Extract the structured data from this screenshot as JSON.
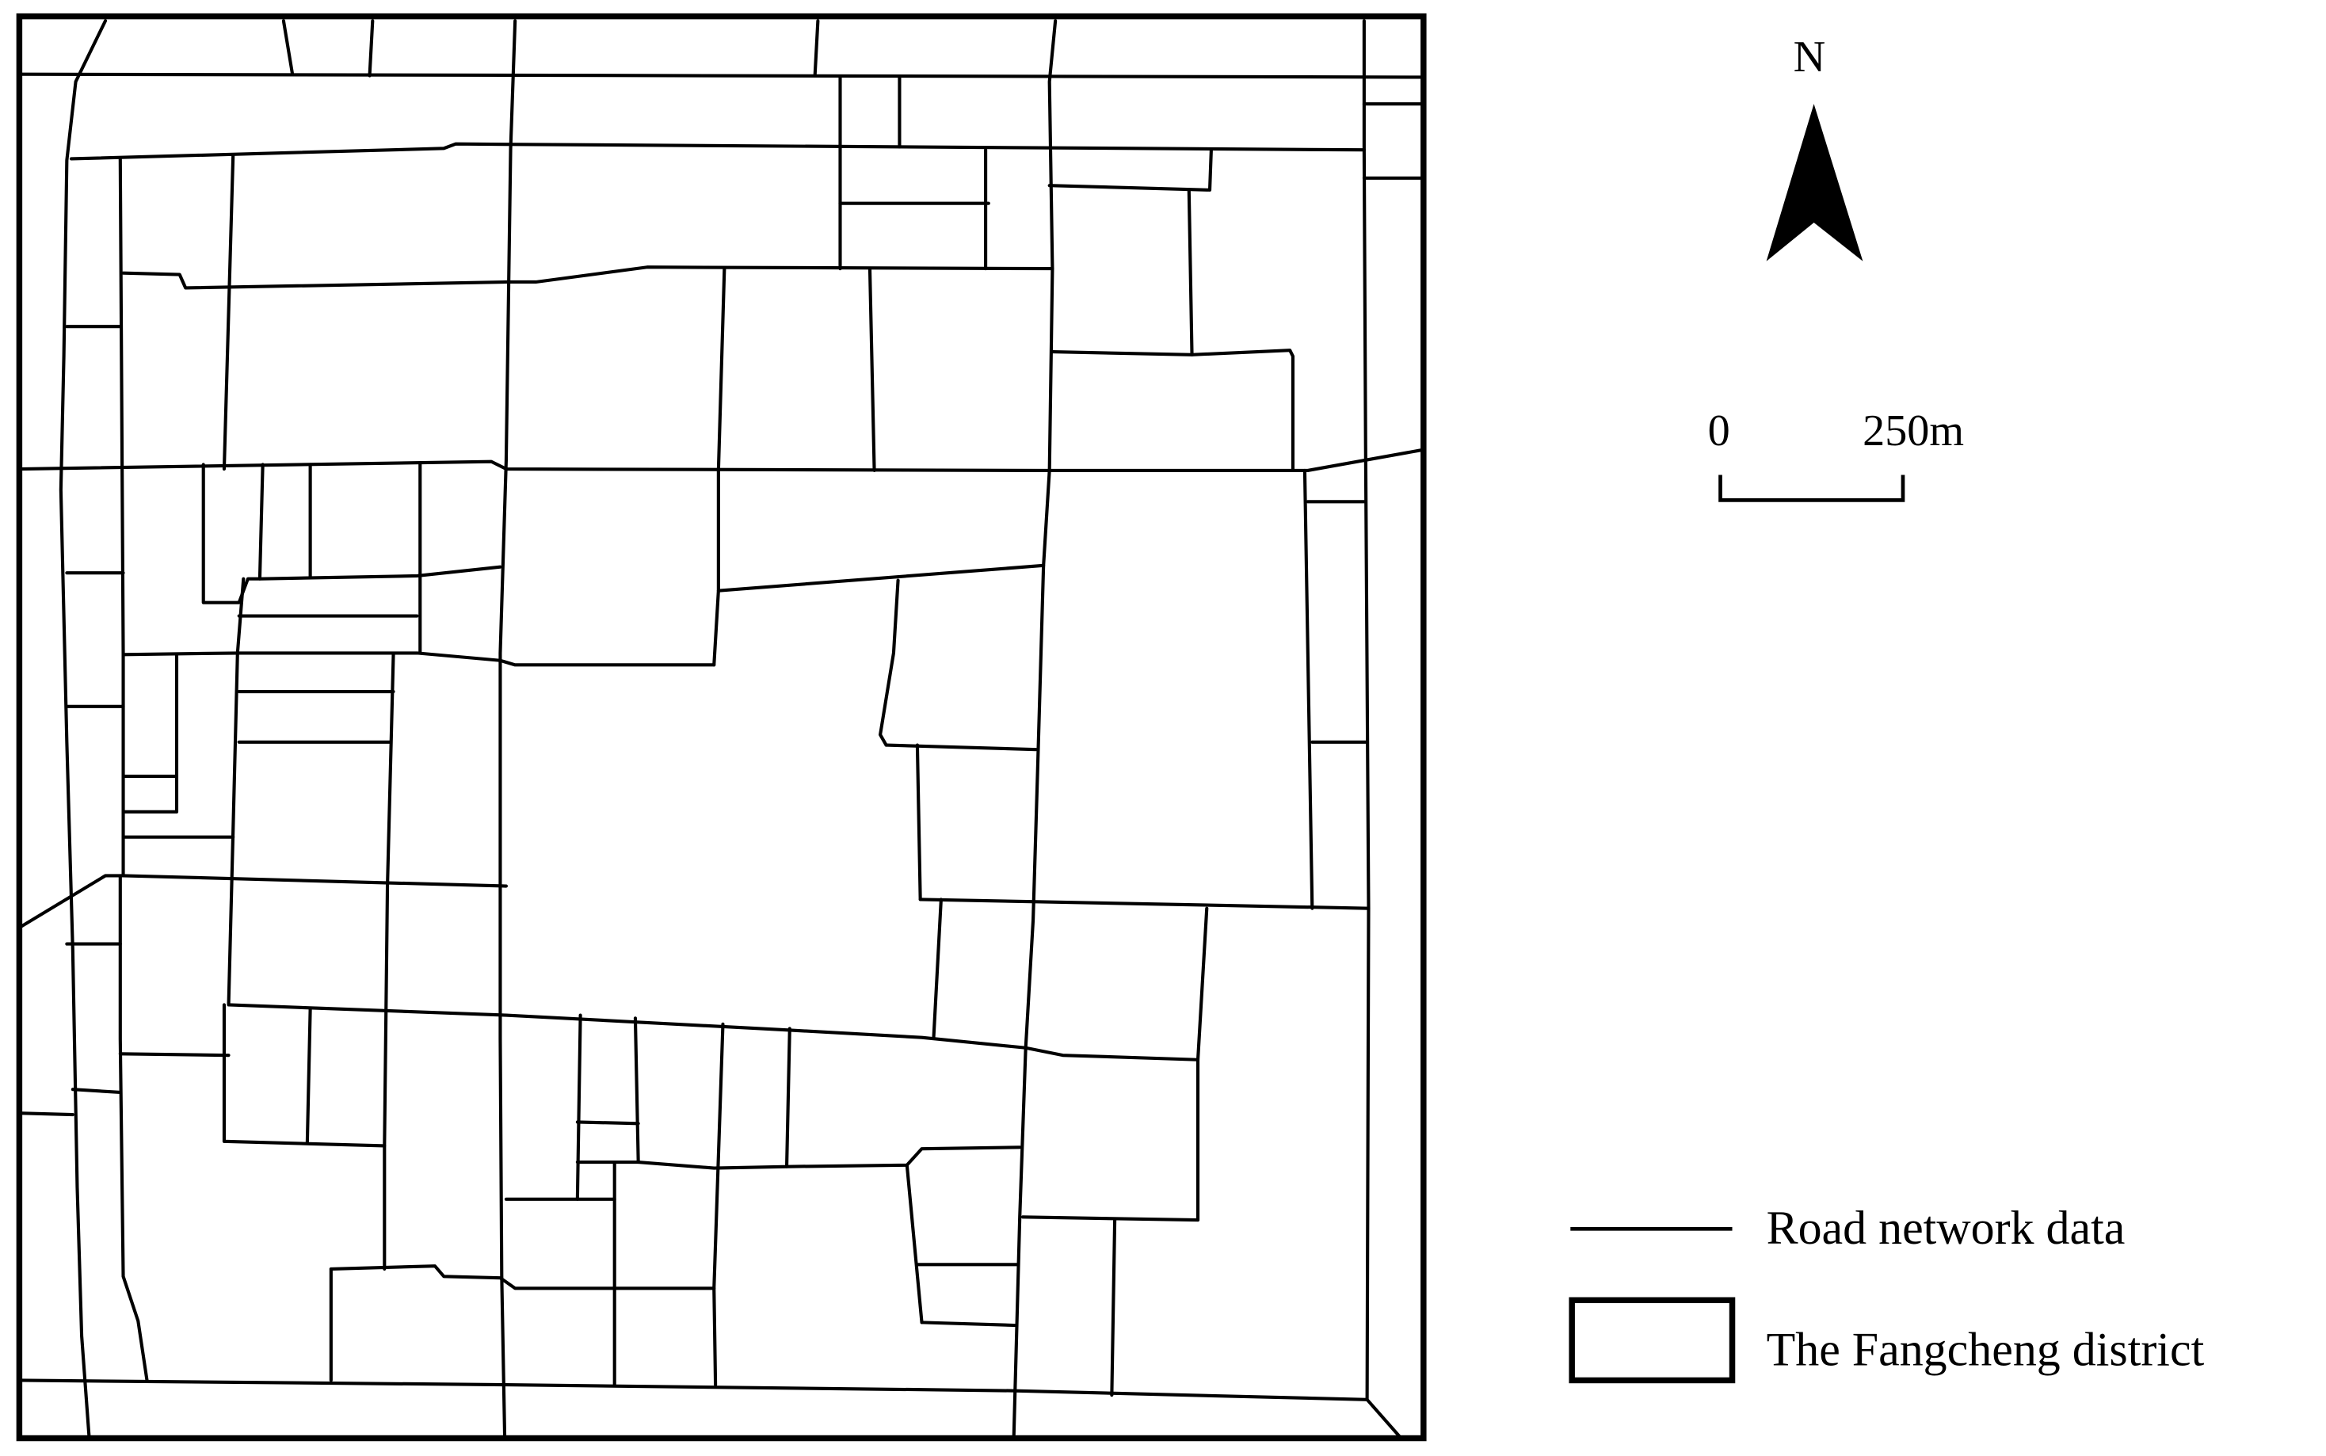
{
  "map": {
    "north_label": "N",
    "scale": {
      "zero_label": "0",
      "distance_label": "250m"
    },
    "legend": {
      "roads_label": "Road network data",
      "district_label": "The Fangcheng district"
    }
  },
  "colors": {
    "line": "#000000",
    "background": "#ffffff"
  }
}
